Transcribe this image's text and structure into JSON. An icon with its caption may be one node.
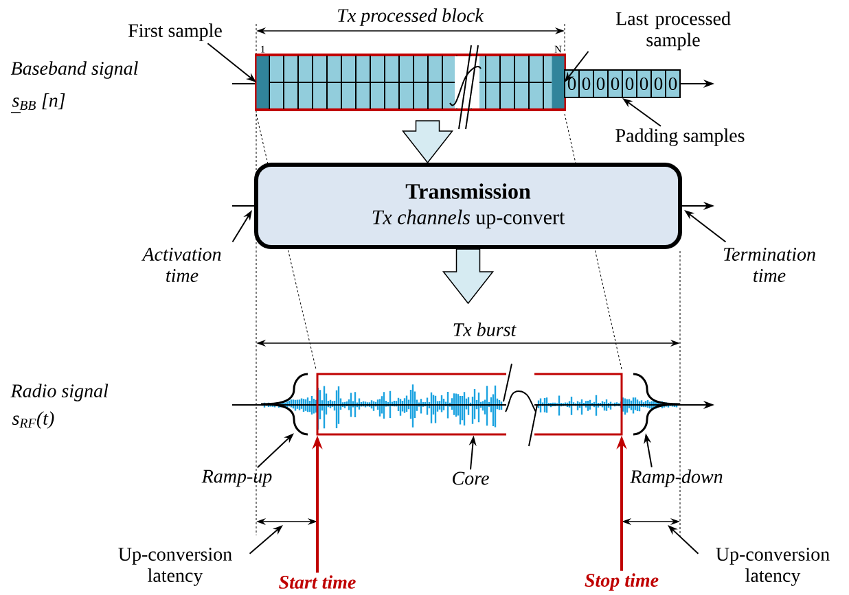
{
  "diagram": {
    "nodes": [
      {
        "text": [],
        "shape": "box"
      },
      {
        "text": [],
        "shape": "box",
        "in": 0,
        "beside": [
          "1"
        ]
      },
      {
        "text": [],
        "shape": "box",
        "in": 0,
        "beside": [
          "N"
        ]
      },
      {
        "text": [
          "First sample"
        ]
      },
      {
        "text": [
          "Last processed sample"
        ]
      },
      {
        "text": [
          "0",
          "0",
          "0",
          "0",
          "0",
          "0",
          "0",
          "0"
        ]
      },
      {
        "text": [
          "Padding samples"
        ]
      },
      {
        "text": [
          "Transmission",
          "*Tx channels* up-convert"
        ]
      },
      {
        "text": [
          "Activation time"
        ]
      },
      {
        "text": [
          "Termination time"
        ]
      },
      {
        "text": [],
        "shape": "box"
      },
      {
        "text": [
          "Ramp-up"
        ]
      },
      {
        "text": [
          "Core"
        ]
      },
      {
        "text": [
          "Ramp-down"
        ]
      },
      {
        "text": [
          "Start time"
        ]
      },
      {
        "text": [
          "Stop time"
        ]
      },
      {
        "text": [
          "Up-conversion latency"
        ]
      },
      {
        "text": [
          "Up-conversion latency"
        ]
      },
      {
        "text": [],
        "shape": "brace"
      },
      {
        "text": [],
        "shape": "brace"
      }
    ],
    "edges": [
      {
        "from": 3,
        "to": 1,
        "arrow": "to"
      },
      {
        "from": 4,
        "to": 2,
        "arrow": "to"
      },
      {
        "from": 6,
        "to": 5,
        "arrow": "to"
      },
      {
        "from": 0,
        "to": 7,
        "arrow": "to",
        "color": "#d6ebf2"
      },
      {
        "from": 7,
        "to": null,
        "arrow": "to",
        "color": "#d6ebf2"
      },
      {
        "from": 8,
        "to": 7,
        "arrow": "to"
      },
      {
        "from": 9,
        "to": 7,
        "arrow": "to"
      },
      {
        "from": 11,
        "to": 18,
        "arrow": "to"
      },
      {
        "from": 12,
        "to": 10,
        "arrow": "to"
      },
      {
        "from": 13,
        "to": 19,
        "arrow": "to"
      },
      {
        "from": 14,
        "to": 10,
        "arrow": "to",
        "style": "thick",
        "color": "#c00000"
      },
      {
        "from": 15,
        "to": 10,
        "arrow": "to",
        "style": "thick",
        "color": "#c00000"
      },
      {
        "from": 16,
        "to": null,
        "arrow": "to"
      },
      {
        "from": 17,
        "to": null,
        "arrow": "to"
      }
    ],
    "labels": [
      "Tx processed block",
      "Baseband signal",
      "s$_{BB}$ [n]",
      "Tx burst",
      "Radio signal",
      "s$_{RF}$(t)"
    ]
  }
}
